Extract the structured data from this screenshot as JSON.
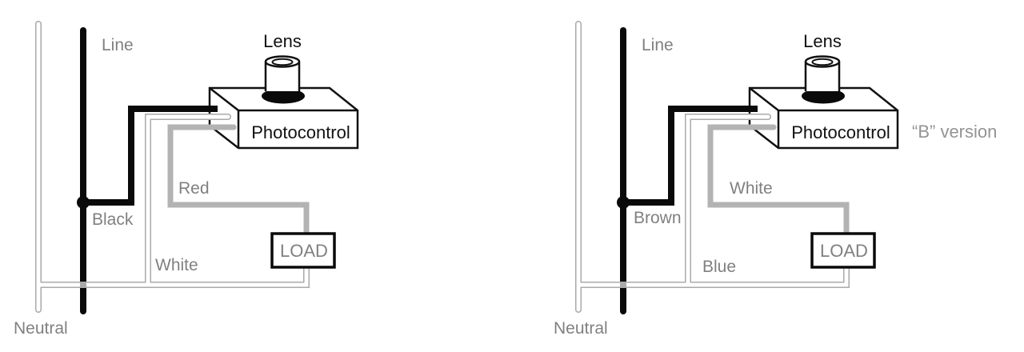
{
  "colors": {
    "wire_black": "#0a0a0a",
    "wire_gray": "#b3b3b3",
    "wire_white_outline": "#aaaaaa",
    "label_gray": "#808080",
    "version_gray": "#949494",
    "text_black": "#111111",
    "background": "#ffffff"
  },
  "diagrams": [
    {
      "line_label": "Line",
      "neutral_label": "Neutral",
      "lens_label": "Lens",
      "device_label": "Photocontrol",
      "hot_wire_label": "Black",
      "load_wire_label": "Red",
      "neutral_wire_label": "White",
      "load_label": "LOAD"
    },
    {
      "line_label": "Line",
      "neutral_label": "Neutral",
      "lens_label": "Lens",
      "device_label": "Photocontrol",
      "version_label": "“B” version",
      "hot_wire_label": "Brown",
      "load_wire_label": "White",
      "neutral_wire_label": "Blue",
      "load_label": "LOAD"
    }
  ]
}
